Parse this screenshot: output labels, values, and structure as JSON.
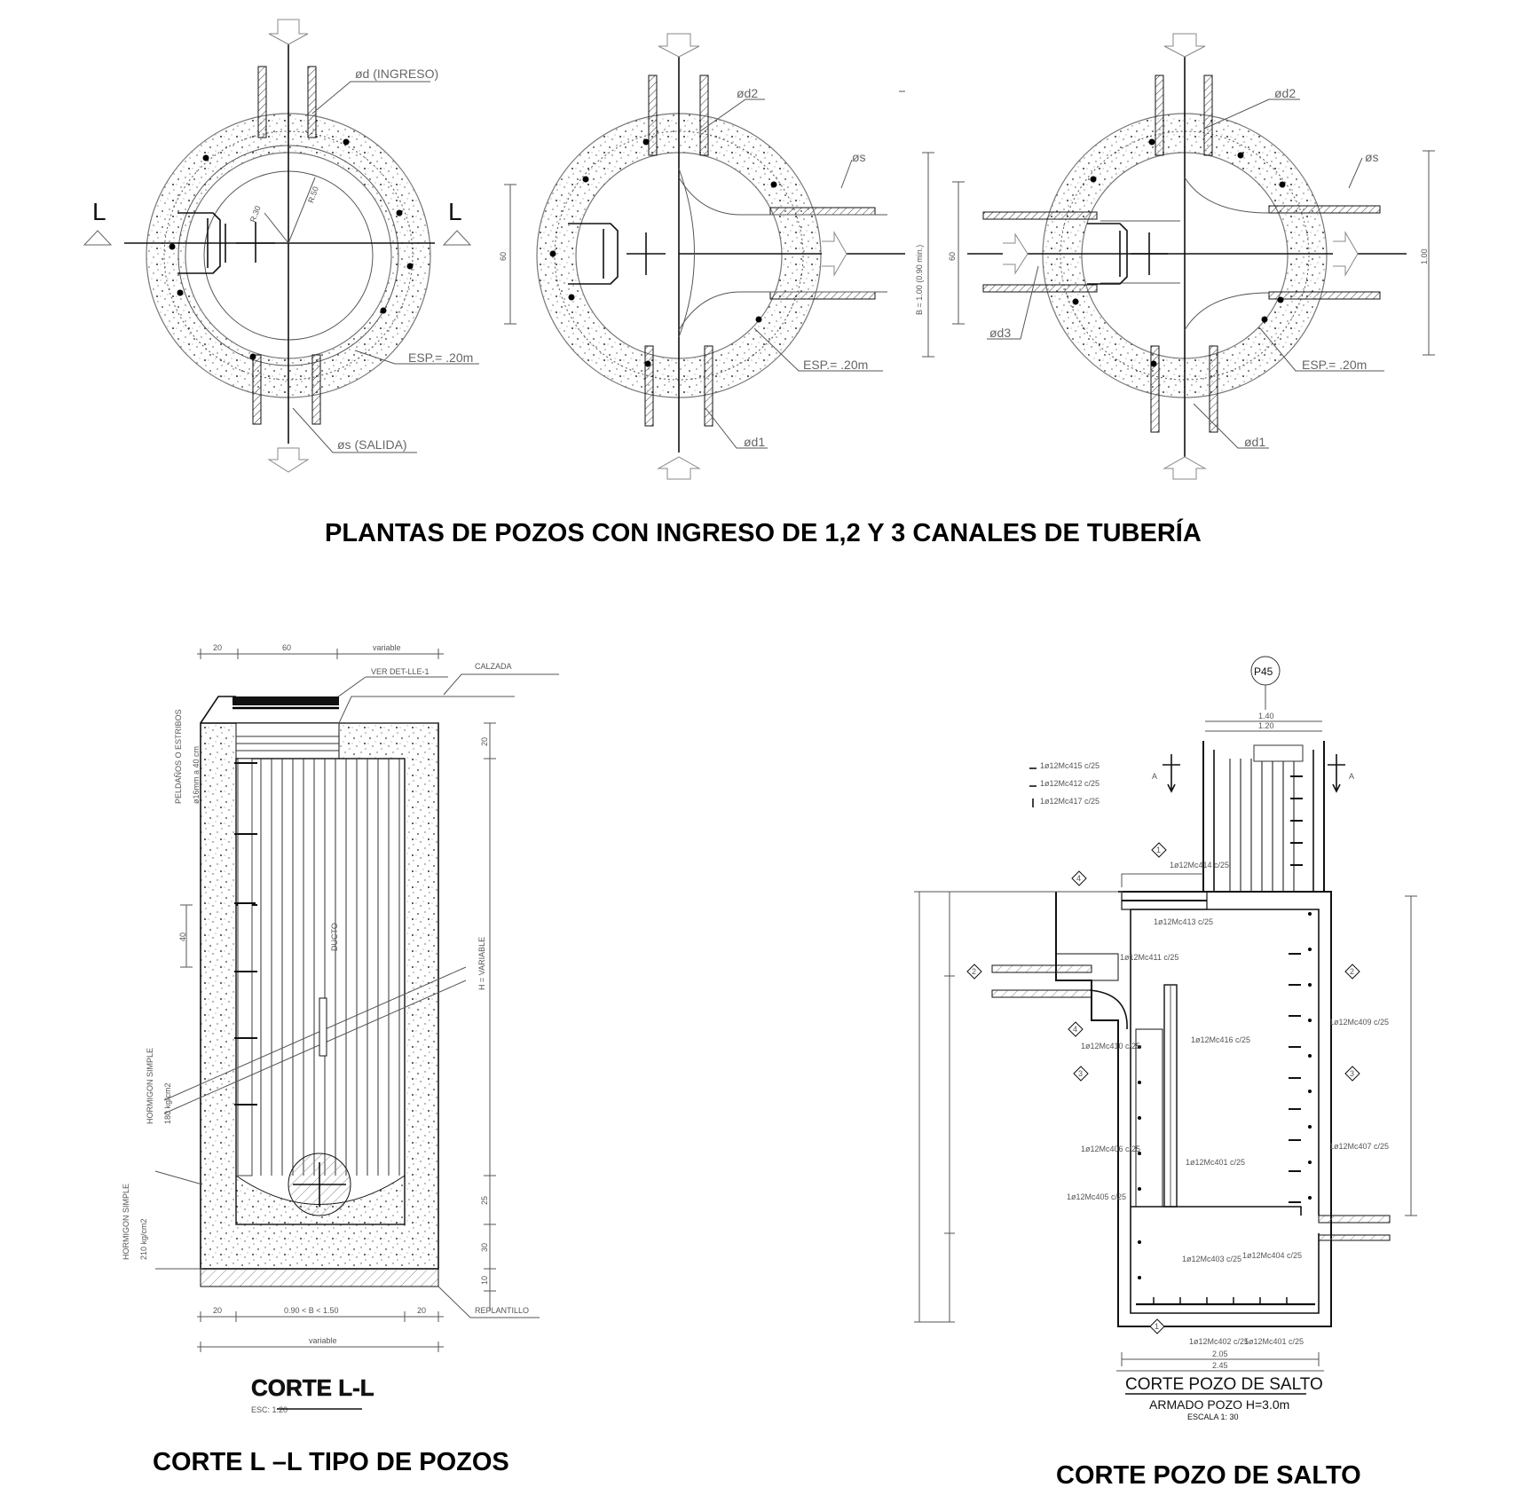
{
  "captions": {
    "plantas": "PLANTAS DE POZOS CON INGRESO DE 1,2 Y 3 CANALES DE TUBERÍA",
    "corte_ll_tipo": "CORTE L –L  TIPO DE POZOS",
    "corte_pozo_salto": "CORTE POZO DE SALTO"
  },
  "plan_view_1": {
    "section_mark": "L",
    "inlet_label": "ød (INGRESO)",
    "outlet_label": "øs (SALIDA)",
    "thickness_label": "ESP.= .20m",
    "radius_inner": "R.30",
    "radius_outer": "R.50"
  },
  "plan_view_2": {
    "inlet_d2": "ød2",
    "inlet_d1": "ød1",
    "outlet_s": "øs",
    "thickness_label": "ESP.= .20m",
    "dim_inner": "60",
    "dim_outer": "B = 1.00 (0.90 min.)"
  },
  "plan_view_3": {
    "inlet_d2": "ød2",
    "inlet_d1": "ød1",
    "inlet_d3": "ød3",
    "outlet_s": "øs",
    "thickness_label": "ESP.= .20m",
    "dim_inner": "60",
    "dim_outer": "1.00"
  },
  "corte_ll": {
    "title": "CORTE L-L",
    "scale": "ESC: 1:20",
    "ver_detalle": "VER DET-LLE-1",
    "calzada": "CALZADA",
    "peldanos": "PELDAÑOS O ESTRIBOS",
    "peldanos_spec": "ø16mm a 40 cm",
    "ducto": "DUCTO",
    "h_var": "H = VARIABLE",
    "hormigon_1": "HORMIGON SIMPLE",
    "hormigon_1_spec": "180 kg/cm2",
    "hormigon_2": "HORMIGON SIMPLE",
    "hormigon_2_spec": "210 kg/cm2",
    "replantillo": "REPLANTILLO",
    "dims_top": [
      "20",
      "60",
      "variable"
    ],
    "dims_bottom": [
      "20",
      "0.90 < B < 1.50",
      "20"
    ],
    "dim_total": "variable",
    "dims_right": [
      "20",
      "25",
      "30",
      "10"
    ],
    "dim_step": "40"
  },
  "corte_salto": {
    "tag": "P45",
    "title": "CORTE POZO DE SALTO",
    "subtitle": "ARMADO POZO H=3.0m",
    "scale": "ESCALA 1: 30",
    "section_marks": [
      "A",
      "A"
    ],
    "callouts": [
      "1",
      "4",
      "2",
      "4",
      "3",
      "2",
      "3",
      "1"
    ],
    "dims_top": [
      "1.40",
      "1.20"
    ],
    "dims_bottom": [
      "2.05",
      "2.45"
    ],
    "legend": [
      "1ø12Mc415 c/25",
      "1ø12Mc412 c/25",
      "1ø12Mc417 c/25"
    ],
    "bars": [
      "1ø12Mc414 c/25",
      "1ø12Mc413 c/25",
      "1ø12Mc411 c/25",
      "1ø12Mc410 c/25",
      "1ø12Mc416 c/25",
      "1ø12Mc406 c/25",
      "1ø12Mc401 c/25",
      "1ø12Mc405 c/25",
      "1ø12Mc409 c/25",
      "1ø12Mc407 c/25",
      "1ø12Mc403 c/25",
      "1ø12Mc404 c/25",
      "1ø12Mc402 c/25",
      "1ø12Mc401 c/25"
    ]
  }
}
